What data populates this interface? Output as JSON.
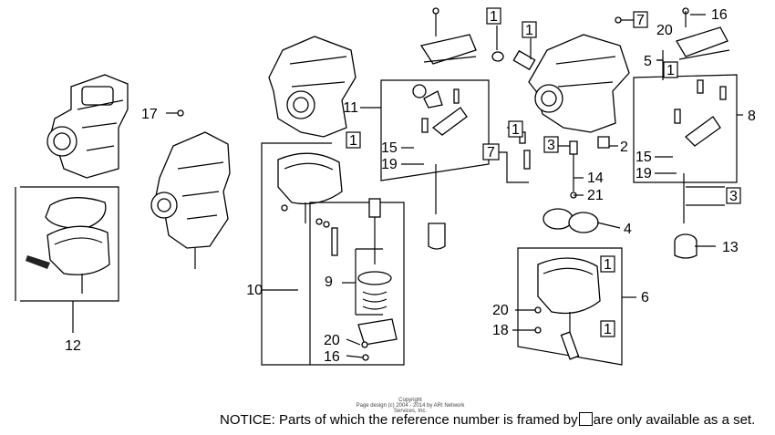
{
  "labels": {
    "l1a": "1",
    "l1b": "1",
    "l1c": "1",
    "l1d": "1",
    "l1e": "1",
    "l1f": "1",
    "l1g": "1",
    "l2": "2",
    "l3a": "3",
    "l3b": "3",
    "l4": "4",
    "l5": "5",
    "l6": "6",
    "l7a": "7",
    "l7b": "7",
    "l8": "8",
    "l9": "9",
    "l10": "10",
    "l11": "11",
    "l12": "12",
    "l13": "13",
    "l14": "14",
    "l15a": "15",
    "l15b": "15",
    "l16a": "16",
    "l16b": "16",
    "l17": "17",
    "l18": "18",
    "l19a": "19",
    "l19b": "19",
    "l20a": "20",
    "l20b": "20",
    "l20c": "20",
    "l21": "21"
  },
  "copyright": {
    "line1": "Copyright",
    "line2": "Page design (c) 2004 - 2014 by ARI Network Services, Inc."
  },
  "notice": {
    "before": "NOTICE: Parts of which the reference number is framed by",
    "after": "are only available as a set."
  }
}
